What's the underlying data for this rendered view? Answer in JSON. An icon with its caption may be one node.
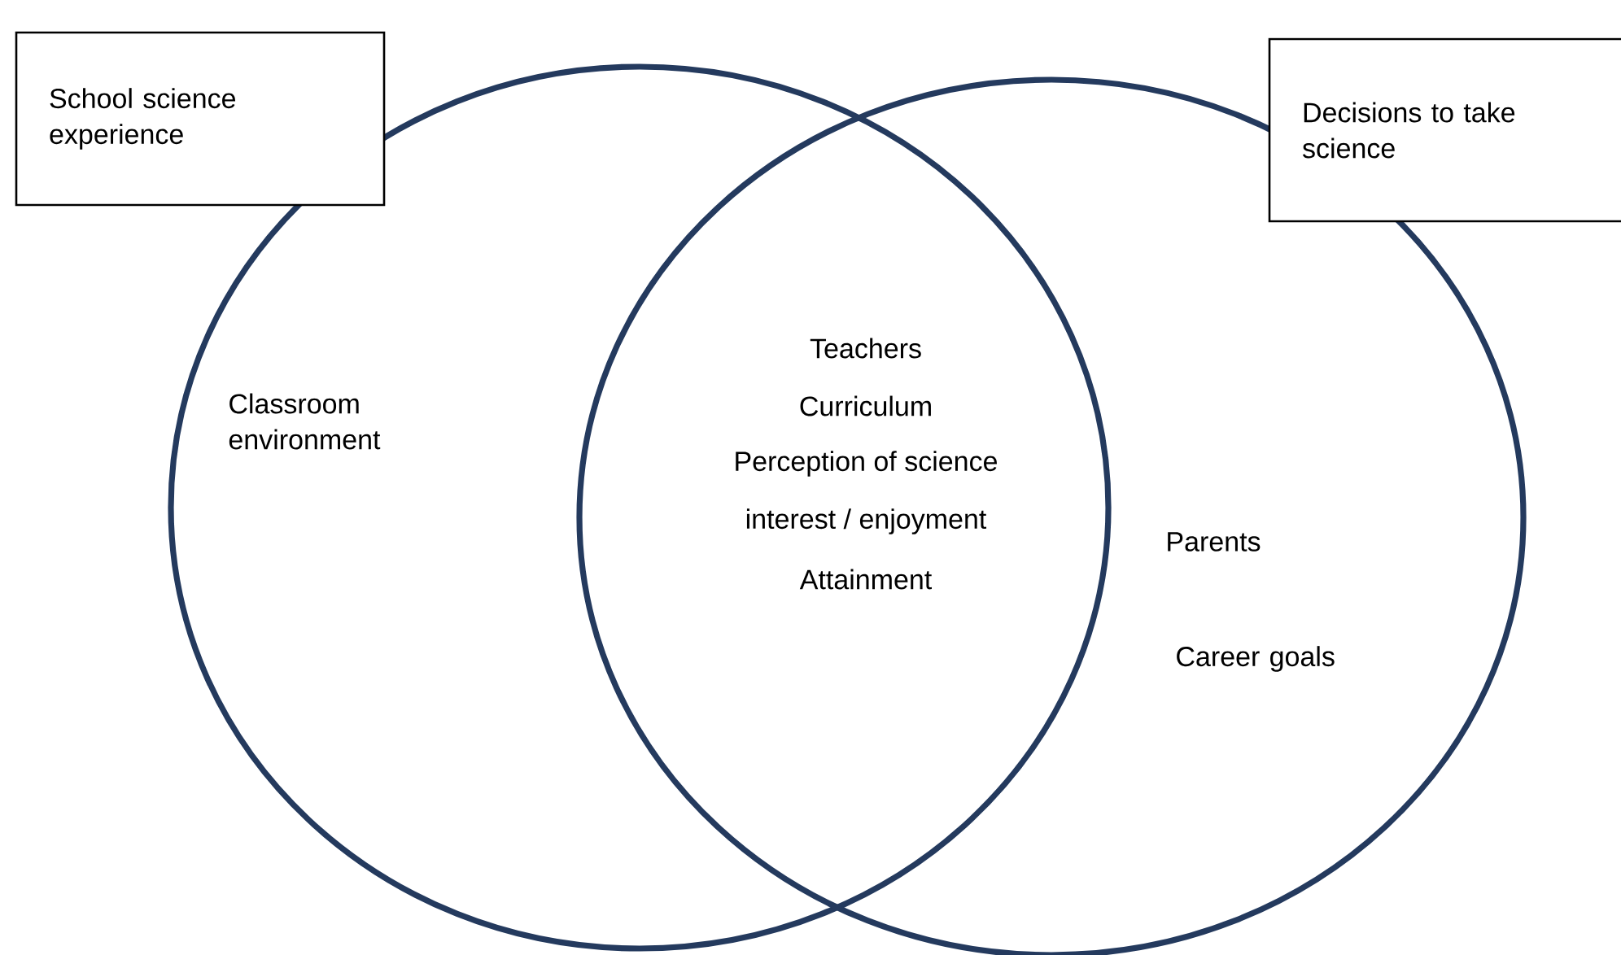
{
  "diagram": {
    "nodes": [
      {
        "text": [
          "School science experience"
        ]
      },
      {
        "text": [
          "Decisions to take science"
        ]
      },
      {
        "text": [
          "Classroom environment"
        ]
      },
      {
        "text": [
          "Parents",
          "Career goals"
        ]
      }
    ],
    "edges": [],
    "labels": [
      "Teachers",
      "Curriculum",
      "Perception of science",
      "interest / enjoyment",
      "Attainment"
    ]
  }
}
